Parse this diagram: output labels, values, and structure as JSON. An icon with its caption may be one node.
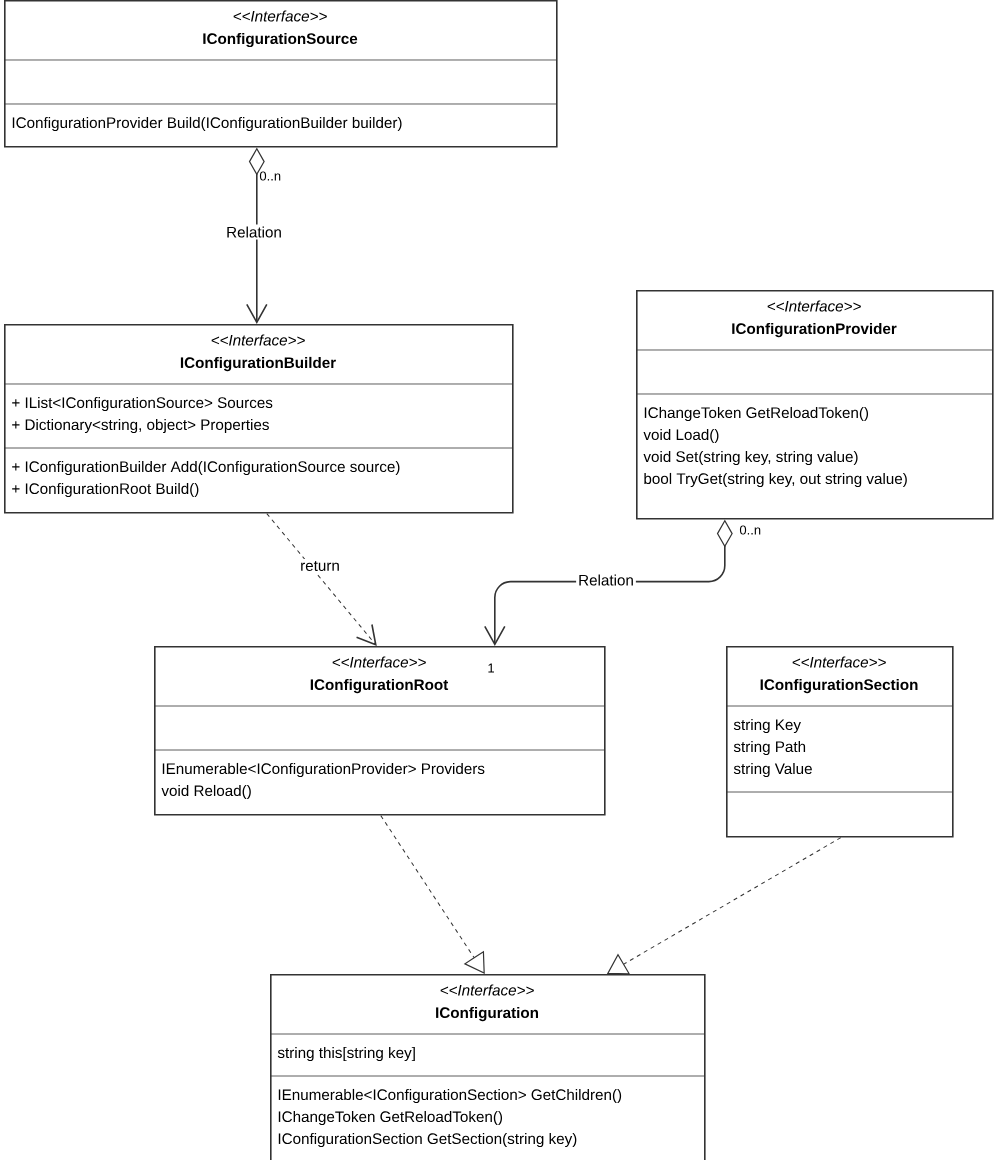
{
  "diagram": {
    "nodes": [
      {
        "text": [
          "<<Interface>>",
          "IConfigurationSource",
          "IConfigurationProvider Build(IConfigurationBuilder builder)"
        ]
      },
      {
        "text": [
          "<<Interface>>",
          "IConfigurationBuilder",
          "+ IList<IConfigurationSource> Sources",
          "+ Dictionary<string, object> Properties",
          "+ IConfigurationBuilder Add(IConfigurationSource source)",
          "+ IConfigurationRoot Build()"
        ]
      },
      {
        "text": [
          "<<Interface>>",
          "IConfigurationProvider",
          "IChangeToken GetReloadToken()",
          "void Load()",
          "void Set(string key, string value)",
          "bool TryGet(string key, out string value)"
        ]
      },
      {
        "text": [
          "<<Interface>>",
          "IConfigurationRoot",
          "IEnumerable<IConfigurationProvider> Providers",
          "void Reload()"
        ]
      },
      {
        "text": [
          "<<Interface>>",
          "IConfigurationSection",
          "string Key",
          "string Path",
          "string Value"
        ]
      },
      {
        "text": [
          "<<Interface>>",
          "IConfiguration",
          "string this[string key]",
          "IEnumerable<IConfigurationSection> GetChildren()",
          "IChangeToken GetReloadToken()",
          "IConfigurationSection GetSection(string key)"
        ]
      }
    ],
    "edges": [
      {
        "from": 0,
        "to": 1,
        "arrow": "to",
        "label": "Relation"
      },
      {
        "from": 2,
        "to": 3,
        "arrow": "to",
        "label": "Relation"
      },
      {
        "from": 1,
        "to": 3,
        "arrow": "to",
        "label": "return",
        "style": "dashed"
      },
      {
        "from": 3,
        "to": 5,
        "arrow": "to",
        "style": "dashed"
      },
      {
        "from": 4,
        "to": 5,
        "arrow": "to",
        "style": "dashed"
      }
    ],
    "labels": [
      "0..n",
      "0..n",
      "1"
    ]
  }
}
